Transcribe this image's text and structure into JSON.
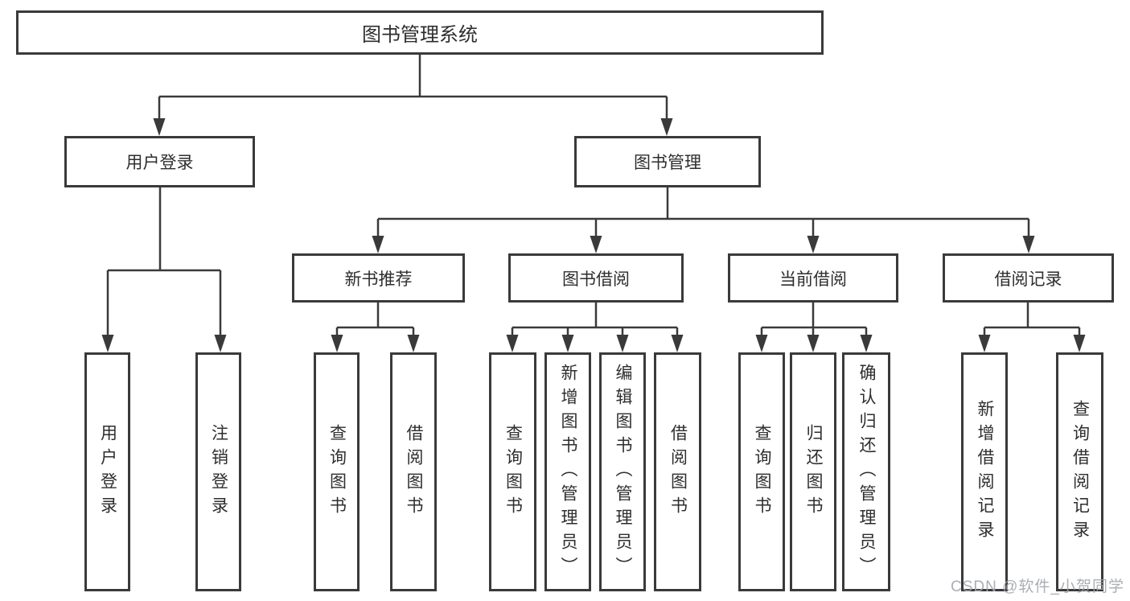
{
  "diagram_title": "图书管理系统",
  "tree": {
    "label": "图书管理系统",
    "children": [
      {
        "label": "用户登录",
        "children": [
          {
            "label": "用户登录"
          },
          {
            "label": "注销登录"
          }
        ]
      },
      {
        "label": "图书管理",
        "children": [
          {
            "label": "新书推荐",
            "children": [
              {
                "label": "查询图书"
              },
              {
                "label": "借阅图书"
              }
            ]
          },
          {
            "label": "图书借阅",
            "children": [
              {
                "label": "查询图书"
              },
              {
                "label": "新增图书（管理员）"
              },
              {
                "label": "编辑图书（管理员）"
              },
              {
                "label": "借阅图书"
              }
            ]
          },
          {
            "label": "当前借阅",
            "children": [
              {
                "label": "查询图书"
              },
              {
                "label": "归还图书"
              },
              {
                "label": "确认归还（管理员）"
              }
            ]
          },
          {
            "label": "借阅记录",
            "children": [
              {
                "label": "新增借阅记录"
              },
              {
                "label": "查询借阅记录"
              }
            ]
          }
        ]
      }
    ]
  },
  "watermark": {
    "text": "CSDN @软件_小贺同学"
  },
  "colors": {
    "line": "#3a3a3a",
    "border": "#3a3a3a",
    "text": "#2e2e2e",
    "watermark": "#a2a6ac",
    "background": "#ffffff"
  }
}
